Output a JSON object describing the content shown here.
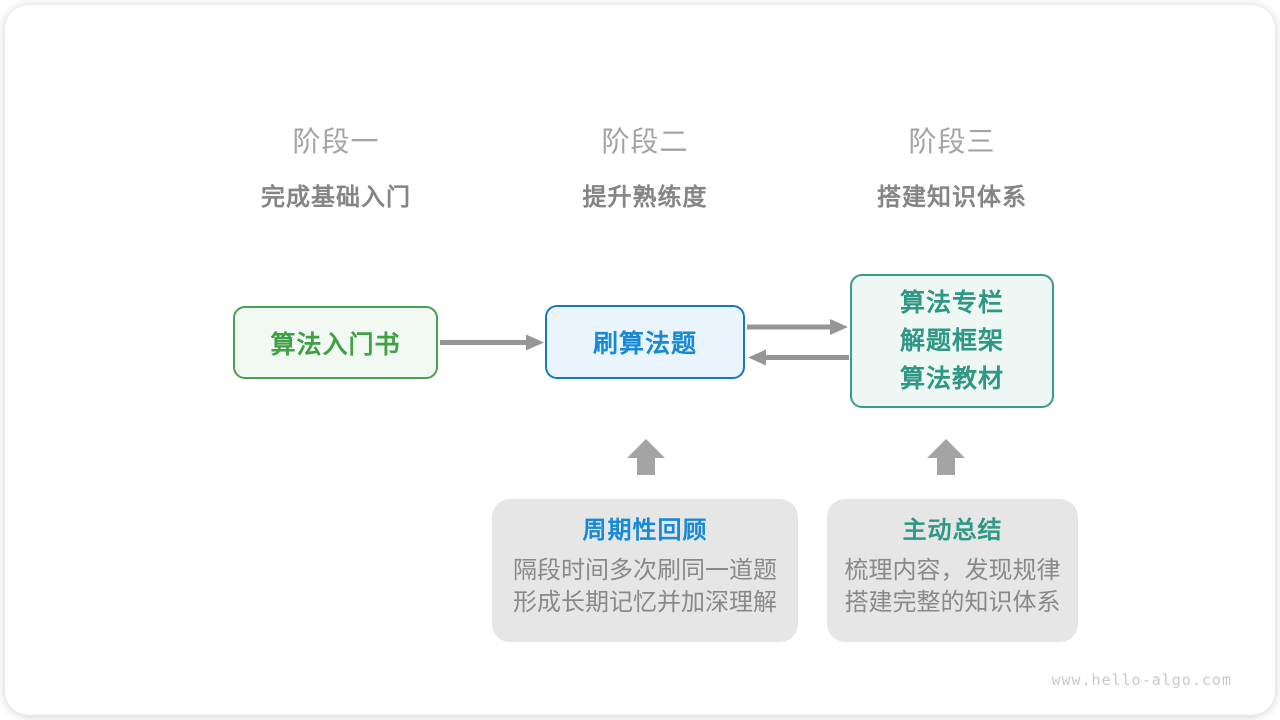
{
  "stages": [
    {
      "title": "阶段一",
      "subtitle": "完成基础入门"
    },
    {
      "title": "阶段二",
      "subtitle": "提升熟练度"
    },
    {
      "title": "阶段三",
      "subtitle": "搭建知识体系"
    }
  ],
  "nodes": {
    "intro_book": {
      "label": "算法入门书"
    },
    "practice": {
      "label": "刷算法题"
    },
    "resources": {
      "lines": [
        "算法专栏",
        "解题框架",
        "算法教材"
      ]
    }
  },
  "callouts": [
    {
      "title": "周期性回顾",
      "accent": "blue",
      "lines": [
        "隔段时间多次刷同一道题",
        "形成长期记忆并加深理解"
      ]
    },
    {
      "title": "主动总结",
      "accent": "teal",
      "lines": [
        "梳理内容，发现规律",
        "搭建完整的知识体系"
      ]
    }
  ],
  "watermark": "www.hello-algo.com",
  "colors": {
    "stage-title": "#a3a3a3",
    "stage-subtitle": "#858585",
    "green-border": "#4c9e50",
    "green-text": "#3fa046",
    "green-fill": "#f2f9f2",
    "blue-border": "#1478c8",
    "blue-text": "#1789d6",
    "blue-fill": "#eaf4fc",
    "teal-border": "#389c8a",
    "teal-text": "#2e9884",
    "teal-fill": "#eef7f3",
    "callout-bg": "#e6e6e6",
    "callout-text": "#898989",
    "arrow": "#969696",
    "block-arrow": "#a4a4a4",
    "watermark": "#c9c9c9"
  }
}
